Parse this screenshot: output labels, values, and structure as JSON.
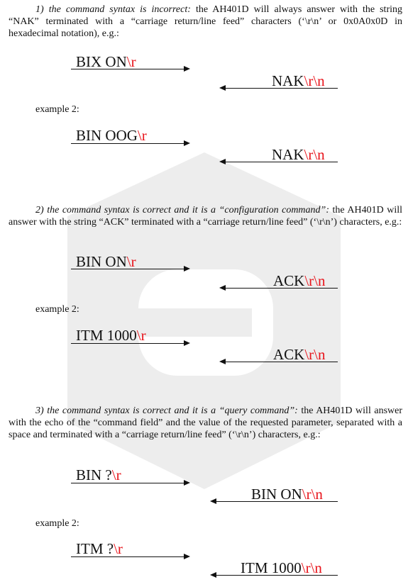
{
  "sections": [
    {
      "num": "1)",
      "title": "the command syntax is incorrect:",
      "body": "the AH401D will always answer with the string “NAK” terminated with a “carriage return/line feed” characters (‘\\r\\n’ or 0x0A0x0D in hexadecimal notation), e.g.:"
    },
    {
      "num": "2)",
      "title": "the command syntax is correct and it is a “configuration command”:",
      "body": "the AH401D will answer with the string “ACK” terminated with a “carriage return/line feed” (‘\\r\\n’) characters, e.g.:"
    },
    {
      "num": "3)",
      "title": "the command syntax is correct and it is a “query command”:",
      "body": "the AH401D will answer with the echo of the “command field” and the value of the requested parameter, separated with a space and terminated with a “carriage return/line feed” (‘\\r\\n’) characters, e.g.:"
    }
  ],
  "example_label": "example 2:",
  "exchanges": [
    {
      "send": "BIX ON",
      "send_term": "\\r",
      "reply": "NAK",
      "reply_term": "\\r\\n"
    },
    {
      "send": "BIN OOG",
      "send_term": "\\r",
      "reply": "NAK",
      "reply_term": "\\r\\n"
    },
    {
      "send": "BIN ON",
      "send_term": "\\r",
      "reply": "ACK",
      "reply_term": "\\r\\n"
    },
    {
      "send": "ITM 1000",
      "send_term": "\\r",
      "reply": "ACK",
      "reply_term": "\\r\\n"
    },
    {
      "send": "BIN ?",
      "send_term": "\\r",
      "reply": "BIN ON",
      "reply_term": "\\r\\n"
    },
    {
      "send": "ITM ?",
      "send_term": "\\r",
      "reply": "ITM 1000",
      "reply_term": "\\r\\n"
    }
  ],
  "colors": {
    "terminator": "#e8141b",
    "text": "#111111",
    "watermark": "#ececec"
  }
}
